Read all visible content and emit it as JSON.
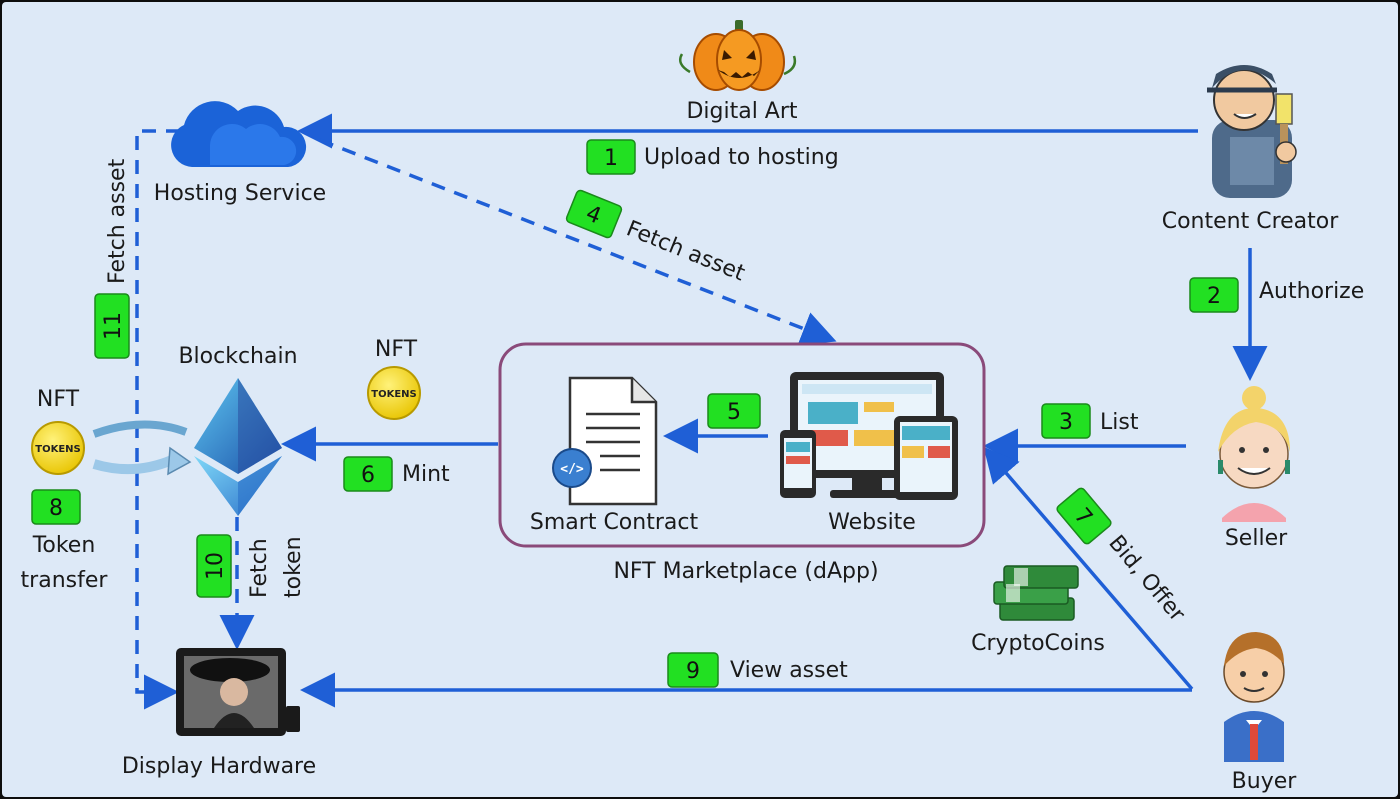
{
  "nodes": {
    "digital_art": "Digital Art",
    "hosting_service": "Hosting Service",
    "content_creator": "Content Creator",
    "seller": "Seller",
    "buyer": "Buyer",
    "blockchain": "Blockchain",
    "smart_contract": "Smart Contract",
    "website": "Website",
    "marketplace": "NFT Marketplace (dApp)",
    "crypto_coins": "CryptoCoins",
    "display_hardware": "Display Hardware",
    "nft_top": "NFT",
    "nft_left": "NFT",
    "token_transfer_1": "Token",
    "token_transfer_2": "transfer",
    "tokens_word": "TOKENS"
  },
  "steps": [
    {
      "num": "1",
      "label": "Upload to hosting"
    },
    {
      "num": "2",
      "label": "Authorize"
    },
    {
      "num": "3",
      "label": "List"
    },
    {
      "num": "4",
      "label": "Fetch asset"
    },
    {
      "num": "5",
      "label": ""
    },
    {
      "num": "6",
      "label": "Mint"
    },
    {
      "num": "7",
      "label": "Bid, Offer"
    },
    {
      "num": "8",
      "label": ""
    },
    {
      "num": "9",
      "label": "View asset"
    },
    {
      "num": "10",
      "label_1": "Fetch",
      "label_2": "token"
    },
    {
      "num": "11",
      "label": "Fetch asset"
    }
  ],
  "colors": {
    "background": "#dde9f7",
    "arrow": "#1f5fd6",
    "badge": "#22e022",
    "marketplace_border": "#8a4a7a"
  }
}
